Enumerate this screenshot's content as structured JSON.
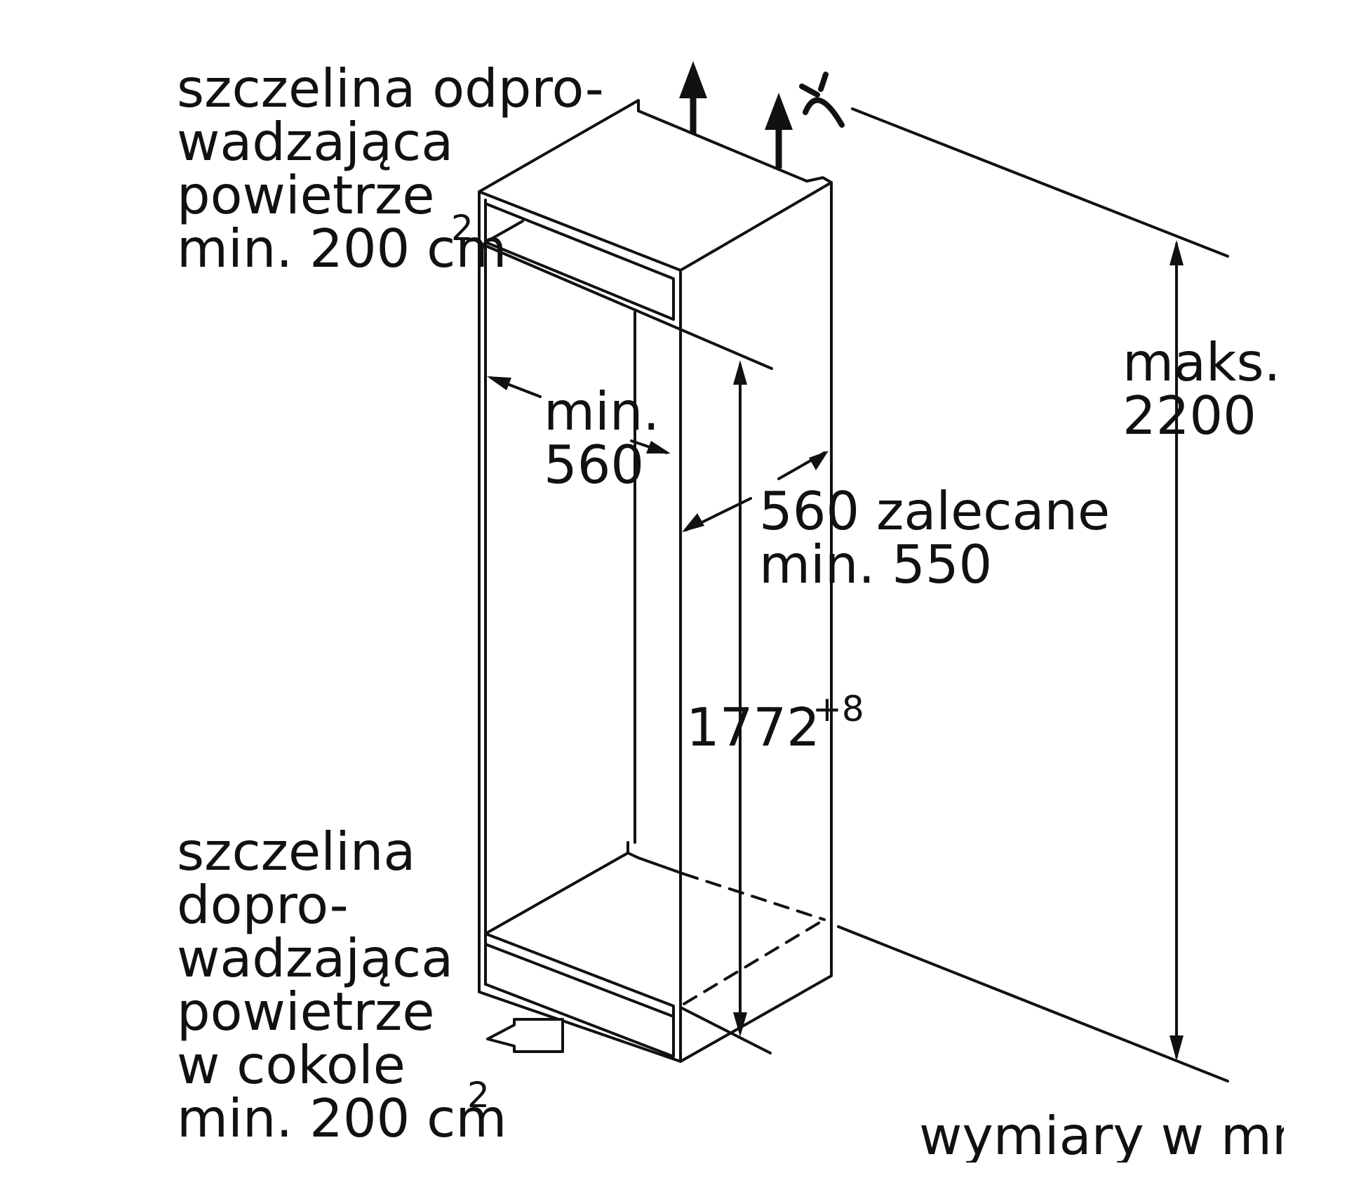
{
  "labels": {
    "top_slot": [
      "szczelina odpro-",
      "wadzająca",
      "powietrze",
      "min. 200 cm"
    ],
    "top_slot_sup": "2",
    "bottom_slot": [
      "szczelina",
      "dopro-",
      "wadzająca",
      "powietrze",
      "w cokole",
      "min. 200 cm"
    ],
    "bottom_slot_sup": "2",
    "niche_width": [
      "min.",
      "560"
    ],
    "niche_depth": [
      "560 zalecane",
      "min. 550"
    ],
    "niche_height": "1772",
    "niche_height_tolerance": "+8",
    "max_height": [
      "maks.",
      "2200"
    ],
    "units": "wymiary w mm"
  },
  "icons": [
    "air-outflow-arrow-icon",
    "air-outflow-arrow-icon",
    "power-plug-icon",
    "air-inflow-arrow-icon"
  ]
}
